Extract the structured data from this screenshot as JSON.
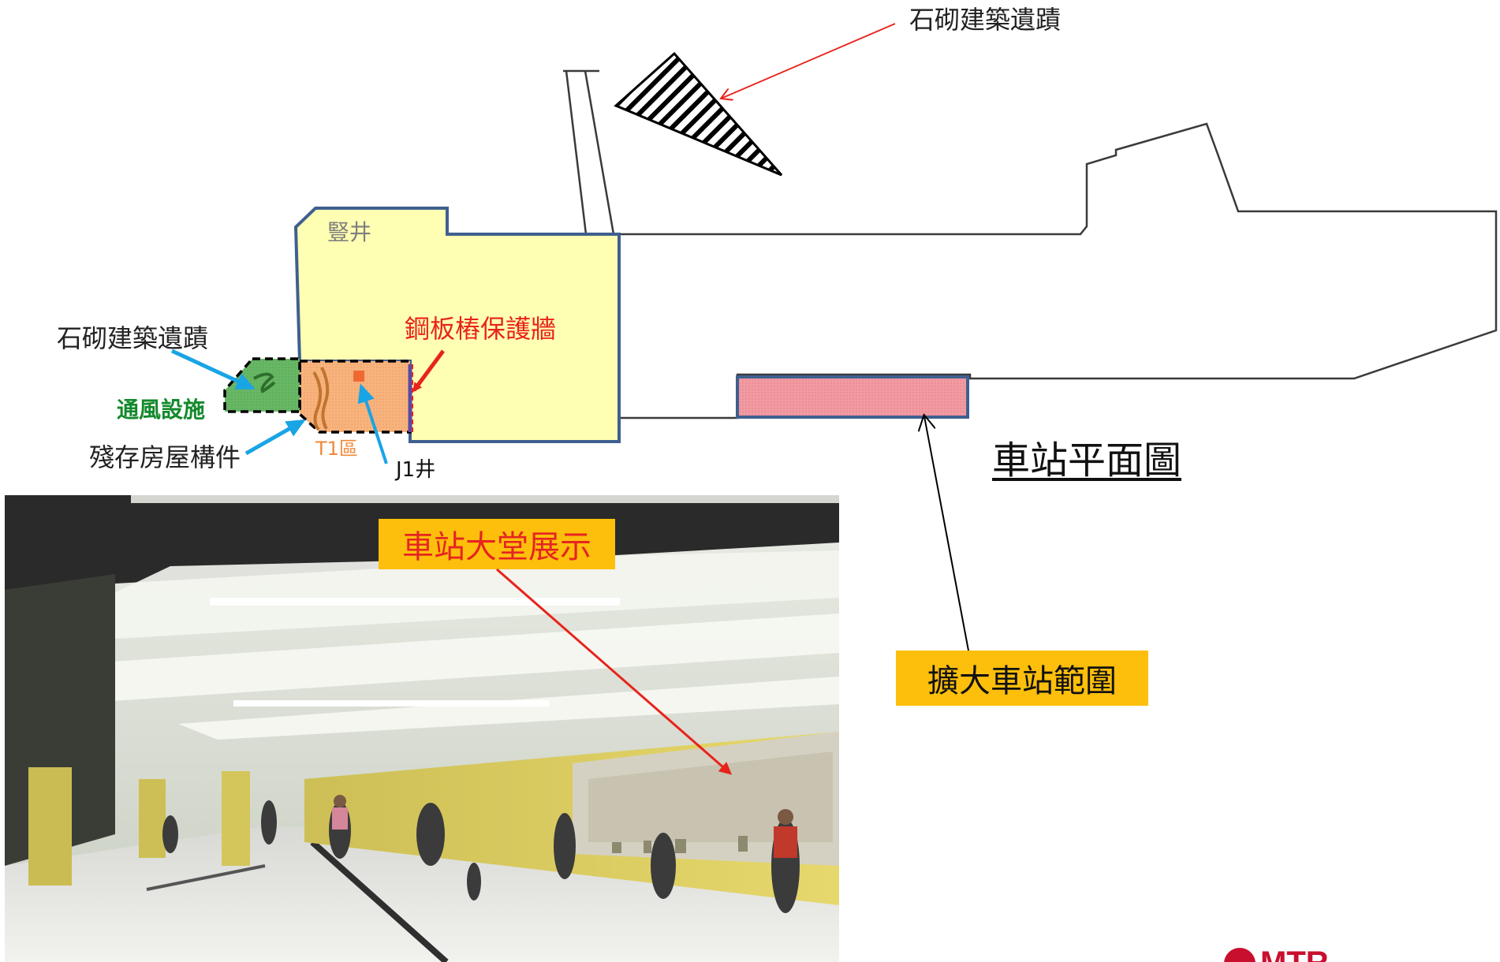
{
  "labels": {
    "stone_ruins_top": "石砌建築遺蹟",
    "stone_ruins_left": "石砌建築遺蹟",
    "shaft": "豎井",
    "steel_wall": "鋼板樁保護牆",
    "ventilation": "通風設施",
    "residual_house": "殘存房屋構件",
    "t1_zone": "T1區",
    "j1_well": "J1井",
    "plan_title": "車站平面圖",
    "expand_area": "擴大車站範圍",
    "concourse_display": "車站大堂展示"
  },
  "logo": {
    "text": "MTR"
  },
  "colors": {
    "shaft_fill": "#ffffb3",
    "outline_blue": "#3f5f8f",
    "ventilation_fill": "#67b765",
    "t1_fill": "#f8b37d",
    "expand_fill": "#f29aa1",
    "label_box": "#fdbf0b",
    "arrow_red": "#e8231c",
    "arrow_blue": "#19a4e6"
  }
}
